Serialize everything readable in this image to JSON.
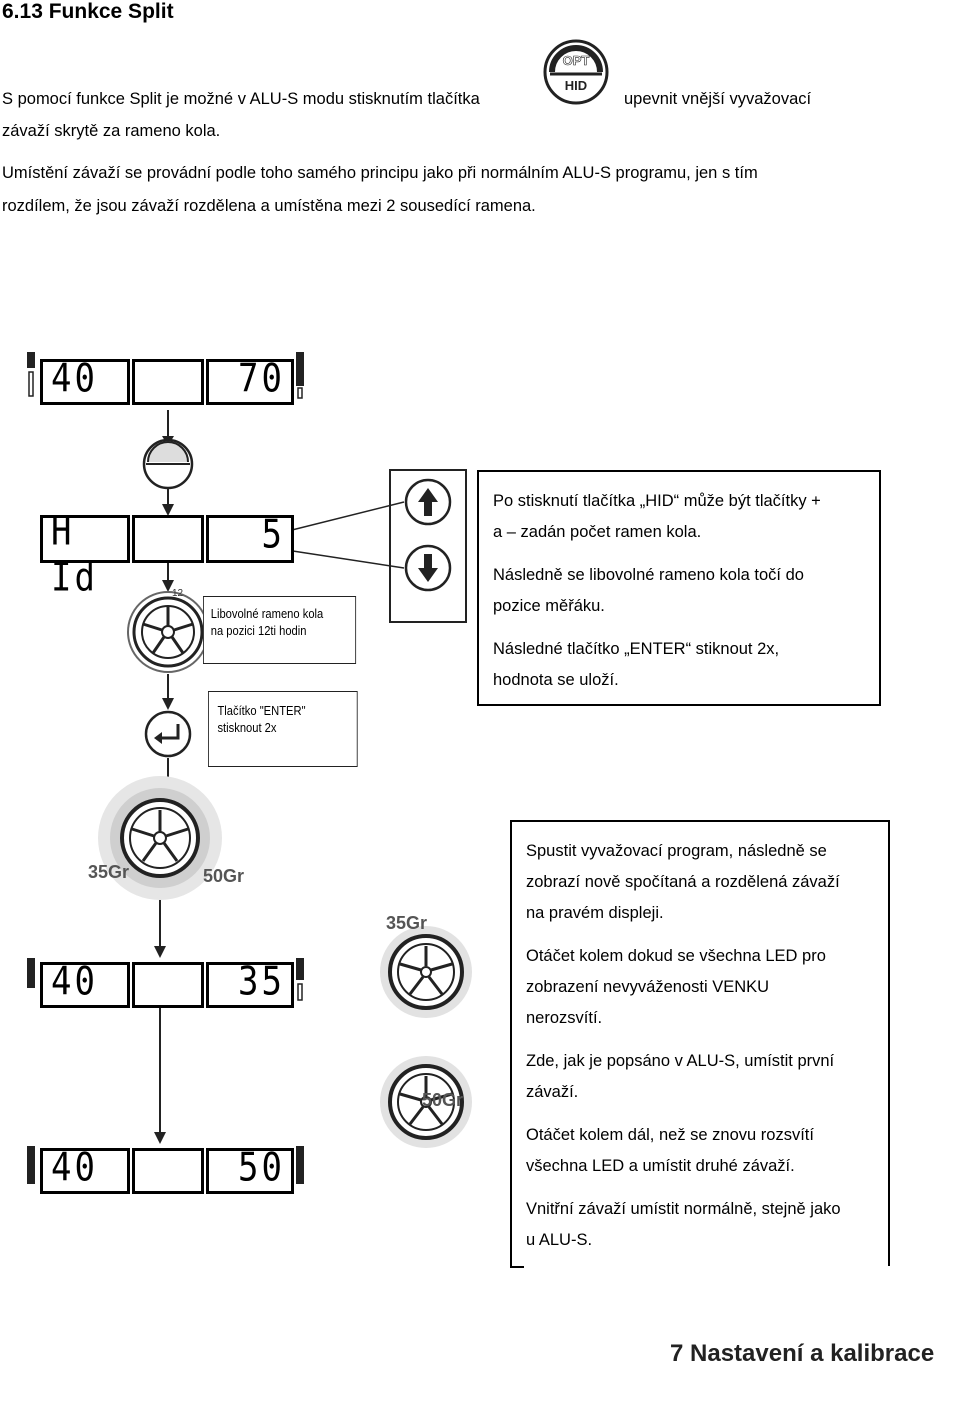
{
  "heading": "6.13 Funkce Split",
  "intro": {
    "line1_before": "S pomocí funkce Split je možné v ALU-S modu stisknutím tlačítka",
    "line1_after": "upevnit vnější vyvažovací",
    "line2": "závaží skrytě za rameno kola."
  },
  "para2": {
    "line1": "Umístění závaží se provádní podle toho samého principu jako při normálním ALU-S programu, jen s tím",
    "line2": "rozdílem, že jsou závaží rozdělena a umístěna mezi 2 sousedící ramena."
  },
  "icons": {
    "opt_label": "OPT",
    "hid_label": "HID"
  },
  "displays": {
    "d1_left": "40",
    "d1_right": "70",
    "d2_left": "H Id",
    "d2_right": "5",
    "d3_left": "40",
    "d3_right": "35",
    "d4_left": "40",
    "d4_right": "50"
  },
  "notes": {
    "wheel_note_line1": "Libovolné rameno kola",
    "wheel_note_line2": "na pozici 12ti hodin",
    "wheel_top_number": "12",
    "enter_note_line1": "Tlačítko \"ENTER\"",
    "enter_note_line2": "stisknout 2x"
  },
  "weights": {
    "left_weight": "35Gr",
    "right_weight": "50Gr",
    "weight_a": "35Gr",
    "weight_b": "50Gr"
  },
  "box1": {
    "p1_l1": "Po stisknutí tlačítka „HID“ může být tlačítky +",
    "p1_l2": "a – zadán počet ramen kola.",
    "p2_l1": "Následně se libovolné rameno kola točí do",
    "p2_l2": "pozice měřáku.",
    "p3_l1": "Následné tlačítko „ENTER“ stiknout 2x,",
    "p3_l2": "hodnota se uloží."
  },
  "box2": {
    "p1_l1": "Spustit vyvažovací program, následně se",
    "p1_l2": "zobrazí nově spočítaná a rozdělená závaží",
    "p1_l3": "na pravém displeji.",
    "p2_l1": "Otáčet kolem dokud se všechna LED pro",
    "p2_l2": "zobrazení nevyváženosti VENKU",
    "p2_l3": "nerozsvítí.",
    "p3_l1": "Zde, jak je popsáno v ALU-S, umístit první",
    "p3_l2": "závaží.",
    "p4_l1": "Otáčet kolem dál, než se znovu rozsvítí",
    "p4_l2": "všechna LED a umístit druhé závaží.",
    "p5_l1": "Vnitřní závaží umístit normálně, stejně jako",
    "p5_l2": "u ALU-S."
  },
  "footer_heading": "7 Nastavení a kalibrace"
}
